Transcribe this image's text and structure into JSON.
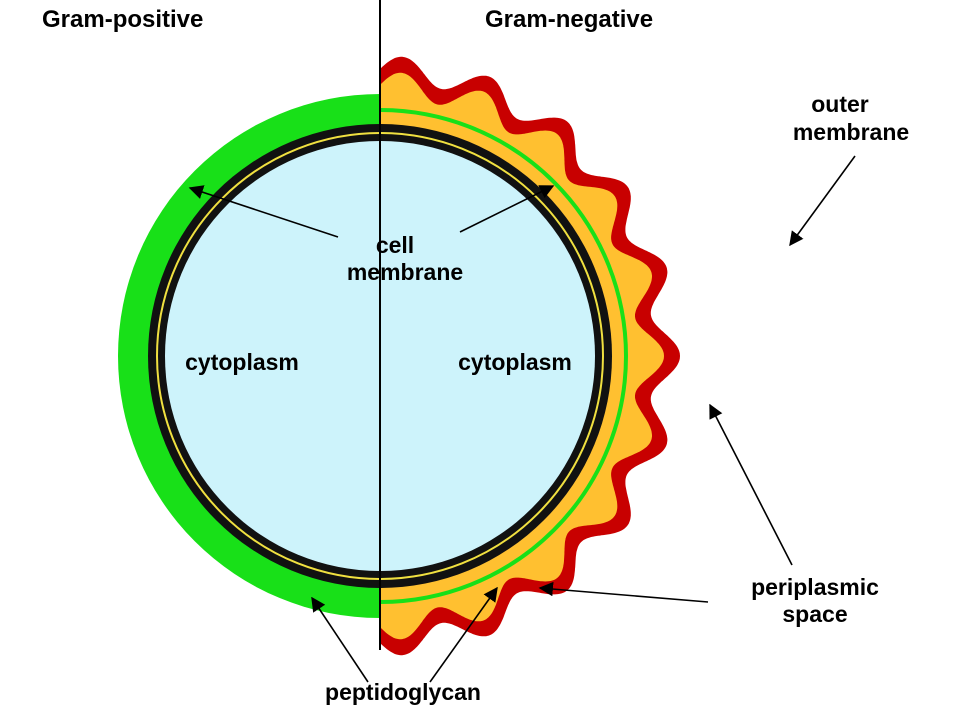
{
  "diagram": {
    "headings": {
      "left": "Gram-positive",
      "right": "Gram-negative"
    },
    "labels": {
      "cell_membrane_line1": "cell",
      "cell_membrane_line2": "membrane",
      "cytoplasm_left": "cytoplasm",
      "cytoplasm_right": "cytoplasm",
      "outer_membrane_line1": "outer",
      "outer_membrane_line2": "membrane",
      "periplasmic_line1": "periplasmic",
      "periplasmic_line2": "space",
      "peptidoglycan": "peptidoglycan"
    },
    "colors": {
      "cytoplasm": "#cdf3fb",
      "peptidoglycan": "#18e018",
      "periplasm": "#ffc030",
      "outer_membrane": "#c80000",
      "membrane_dark": "#111111",
      "membrane_stripe": "#f0e040",
      "divider": "#000000"
    }
  }
}
